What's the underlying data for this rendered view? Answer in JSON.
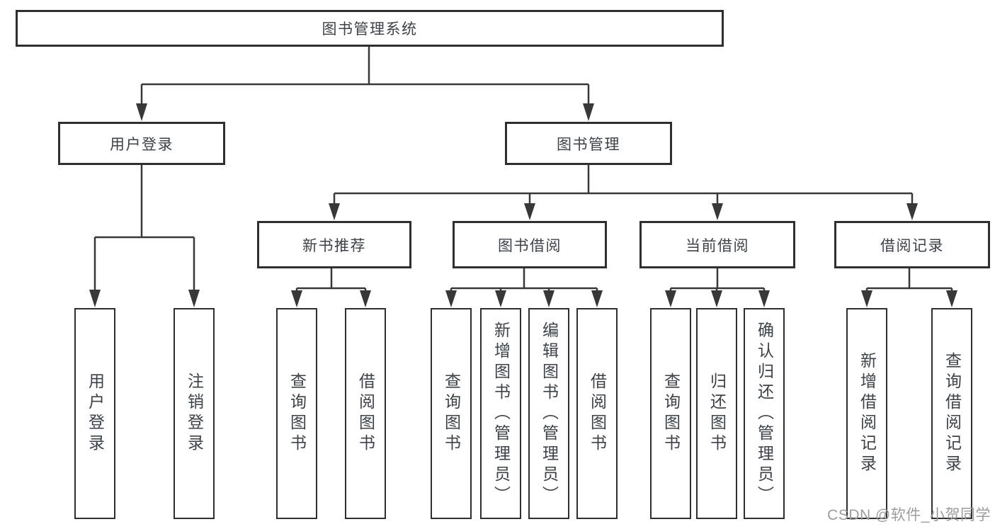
{
  "nodes": {
    "root": "图书管理系统",
    "user_login": "用户登录",
    "book_mgmt": "图书管理",
    "new_book_rec": "新书推荐",
    "book_borrow": "图书借阅",
    "current_borrow": "当前借阅",
    "borrow_records": "借阅记录",
    "leaf_user_login": "用户登录",
    "leaf_logout": "注销登录",
    "leaf_query_books_1": "查询图书",
    "leaf_borrow_books_1": "借阅图书",
    "leaf_query_books_2": "查询图书",
    "leaf_add_book_admin": "新增图书（管理员）",
    "leaf_edit_book_admin": "编辑图书（管理员）",
    "leaf_borrow_books_2": "借阅图书",
    "leaf_query_books_3": "查询图书",
    "leaf_return_books": "归还图书",
    "leaf_confirm_return_admin": "确认归还（管理员）",
    "leaf_add_borrow_record": "新增借阅记录",
    "leaf_query_borrow_record": "查询借阅记录"
  },
  "structure": {
    "图书管理系统": {
      "用户登录": [
        "用户登录",
        "注销登录"
      ],
      "图书管理": {
        "新书推荐": [
          "查询图书",
          "借阅图书"
        ],
        "图书借阅": [
          "查询图书",
          "新增图书（管理员）",
          "编辑图书（管理员）",
          "借阅图书"
        ],
        "当前借阅": [
          "查询图书",
          "归还图书",
          "确认归还（管理员）"
        ],
        "借阅记录": [
          "新增借阅记录",
          "查询借阅记录"
        ]
      }
    }
  },
  "watermark": "CSDN @软件_小贺同学",
  "colors": {
    "line": "#383838",
    "box_border": "#2f2f2f",
    "text": "#3d4248",
    "watermark": "#9c9c9c",
    "background": "#ffffff"
  }
}
